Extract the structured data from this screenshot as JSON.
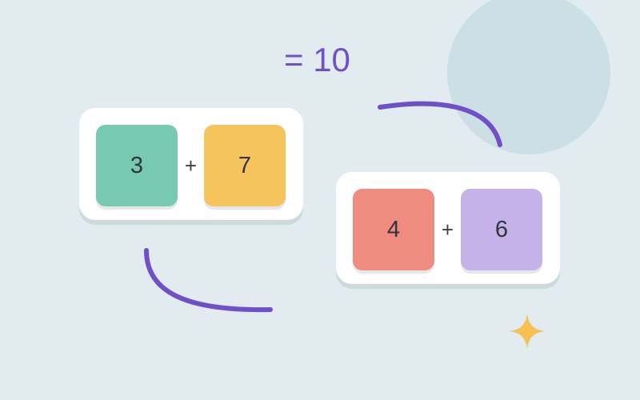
{
  "colors": {
    "background": "#e1ebf0",
    "circle": "#cbdfe5",
    "accent_purple": "#7050c8",
    "card": "#ffffff",
    "sparkle": "#f6c14f"
  },
  "equation": {
    "text": "= 10"
  },
  "cards": [
    {
      "left": {
        "value": "3",
        "color": "#77c9b0"
      },
      "operator": "+",
      "right": {
        "value": "7",
        "color": "#f6c45c"
      }
    },
    {
      "left": {
        "value": "4",
        "color": "#f08b80"
      },
      "operator": "+",
      "right": {
        "value": "6",
        "color": "#c4b2e8"
      }
    }
  ],
  "decorations": {
    "sparkle_icon": "four-point-star",
    "arcs": 2
  }
}
